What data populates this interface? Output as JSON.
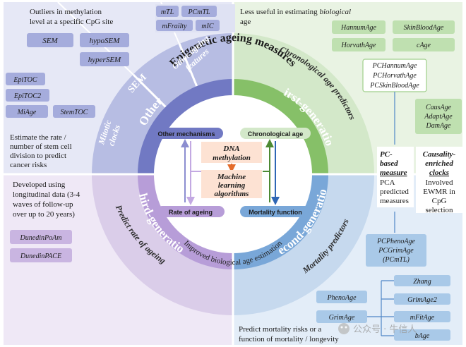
{
  "center": {
    "title": "Epigenetic ageing measures",
    "core": [
      "DNA",
      "methylation"
    ],
    "ml": [
      "Machine",
      "learning",
      "algorithms"
    ],
    "other_mechanisms": "Other mechanisms",
    "chronological_age": "Chronological age",
    "rate_of_ageing": "Rate of ageing",
    "mortality_function": "Mortality function",
    "improved": "Improved biological age estimation"
  },
  "rings": {
    "other": "Other",
    "first": "First-generation",
    "second": "Second-generation",
    "third": "Third-generation"
  },
  "outer_labels": {
    "sem": "SEM",
    "other_features": [
      "Other ageing",
      "features"
    ],
    "mitotic": [
      "Mitotic",
      "clocks"
    ],
    "chronological": "Chronological age predictors",
    "mortality": "Mortality predictors",
    "rate": "Predict rate of ageing"
  },
  "other_features": {
    "items": [
      "mTL",
      "PCmTL",
      "mFrailty",
      "mIC"
    ]
  },
  "sem": {
    "description": [
      "Outliers in methylation",
      "level at a specific CpG site"
    ],
    "items": [
      "SEM",
      "hypoSEM",
      "hyperSEM"
    ]
  },
  "mitotic": {
    "items": [
      "EpiTOC",
      "EpiTOC2",
      "MiAge",
      "StemTOC"
    ],
    "description": [
      "Estimate the rate /",
      "number of stem cell",
      "division to predict",
      "cancer risks"
    ]
  },
  "first_generation": {
    "description_plain": "Less useful in estimating ",
    "description_italic": "biological",
    "description_line2": "age",
    "items": [
      "HannumAge",
      "SkinBloodAge",
      "HorvathAge",
      "cAge"
    ],
    "pc_items": [
      "PCHannumAge",
      "PCHorvathAge",
      "PCSkinBloodAge"
    ],
    "causal_items": [
      "CausAge",
      "AdaptAge",
      "DamAge"
    ]
  },
  "pc_note": {
    "heading": [
      "PC-",
      "based",
      "measure"
    ],
    "body": [
      "PCA",
      "predicted",
      "measures"
    ]
  },
  "causal_note": {
    "heading": [
      "Causality-",
      "enriched",
      "clocks"
    ],
    "body": [
      "Involved",
      "EWMR in",
      "CpG",
      "selection"
    ]
  },
  "third_generation": {
    "description": [
      "Developed using",
      "longitudinal data (3-4",
      "waves of follow-up",
      "over up to 20 years)"
    ],
    "items": [
      "DunedinPoAm",
      "DunedinPACE"
    ]
  },
  "second_generation": {
    "pc_items": [
      "PCPhenoAge",
      "PCGrimAge",
      "(PCmTL)"
    ],
    "items": [
      "PhenoAge",
      "GrimAge"
    ],
    "grim_children": [
      "Zhang",
      "GrimAge2",
      "mFitAge",
      "bAge"
    ],
    "description": [
      "Predict mortality risks or a",
      "function of mortality / longevity"
    ]
  },
  "watermark": "公众号 · 牛信人",
  "colors": {
    "other": "#b7bde3",
    "first": "#d3e8c9",
    "second": "#c6d9ee",
    "third": "#dacde9",
    "box_other": "#a5acdc",
    "box_first": "#bfe0b0",
    "box_second": "#a9c9e8",
    "box_third": "#c9b5e1",
    "ring_other": "#7179c3",
    "ring_first": "#86c068",
    "ring_second": "#79a7d8",
    "ring_third": "#b79dd8",
    "core": "#fde2d3",
    "arrow_core": "#e46c2b"
  }
}
